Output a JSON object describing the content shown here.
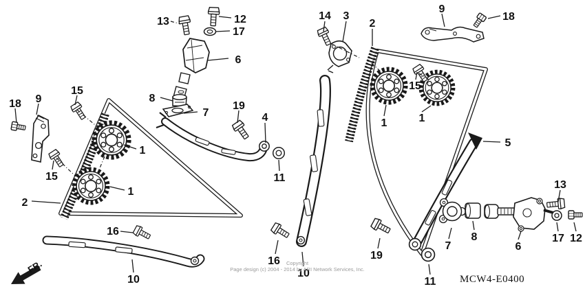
{
  "page": {
    "background": "#ffffff",
    "line_color": "#1a1a1a"
  },
  "diagram": {
    "code": "MCW4-E0400",
    "direction_label": "FR.",
    "copyright_line1": "Copyright",
    "copyright_line2": "Page design (c) 2004 - 2014 by ARI Network Services, Inc."
  },
  "callouts": [
    {
      "label": "13"
    },
    {
      "label": "12"
    },
    {
      "label": "17"
    },
    {
      "label": "6"
    },
    {
      "label": "8"
    },
    {
      "label": "7"
    },
    {
      "label": "19"
    },
    {
      "label": "4"
    },
    {
      "label": "11"
    },
    {
      "label": "18"
    },
    {
      "label": "9"
    },
    {
      "label": "15"
    },
    {
      "label": "15"
    },
    {
      "label": "1"
    },
    {
      "label": "1"
    },
    {
      "label": "2"
    },
    {
      "label": "16"
    },
    {
      "label": "10"
    },
    {
      "label": "14"
    },
    {
      "label": "3"
    },
    {
      "label": "2"
    },
    {
      "label": "9"
    },
    {
      "label": "18"
    },
    {
      "label": "15"
    },
    {
      "label": "1"
    },
    {
      "label": "1"
    },
    {
      "label": "5"
    },
    {
      "label": "13"
    },
    {
      "label": "7"
    },
    {
      "label": "8"
    },
    {
      "label": "6"
    },
    {
      "label": "17"
    },
    {
      "label": "12"
    },
    {
      "label": "19"
    },
    {
      "label": "11"
    },
    {
      "label": "16"
    },
    {
      "label": "10"
    }
  ]
}
